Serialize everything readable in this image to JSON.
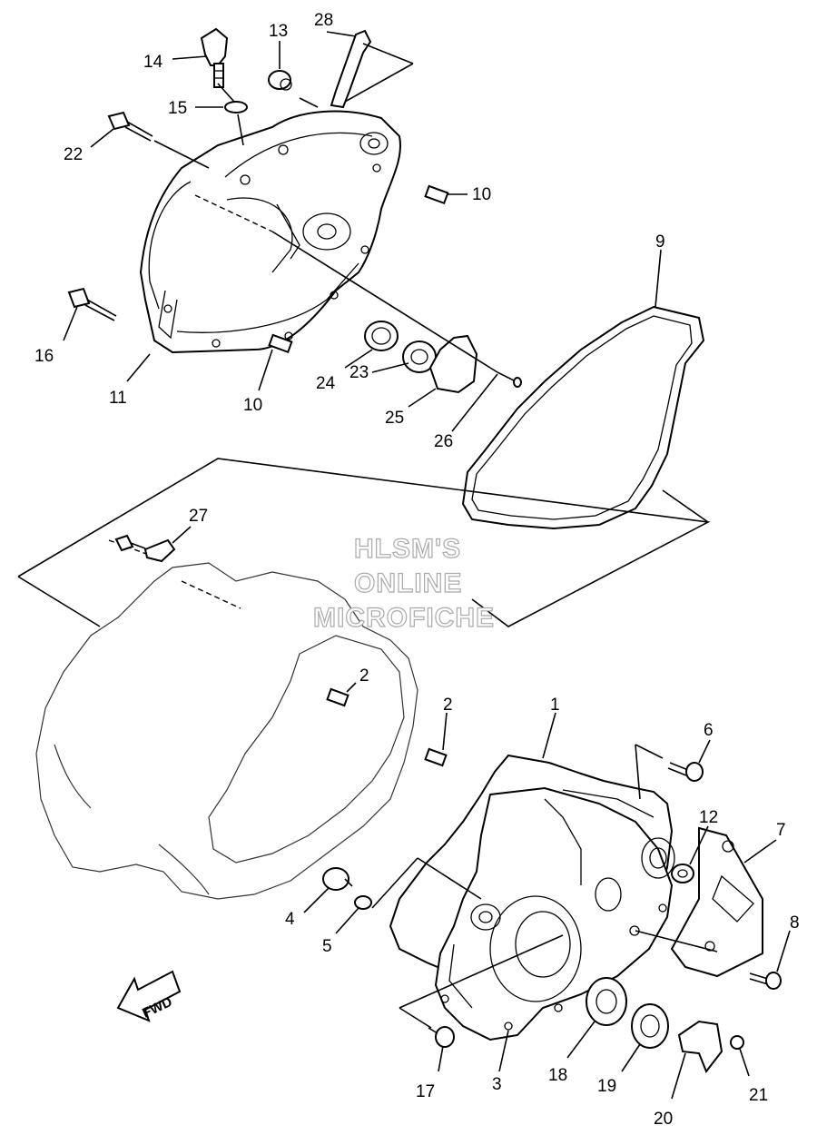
{
  "watermark": {
    "line1": "HLSM'S",
    "line2": "ONLINE",
    "line3": "MICROFICHE"
  },
  "direction_label": "FWD",
  "callouts": {
    "p1": "1",
    "p2a": "2",
    "p2b": "2",
    "p3": "3",
    "p4": "4",
    "p5": "5",
    "p6": "6",
    "p7": "7",
    "p8": "8",
    "p9": "9",
    "p10a": "10",
    "p10b": "10",
    "p11": "11",
    "p12": "12",
    "p13": "13",
    "p14": "14",
    "p15": "15",
    "p16": "16",
    "p17": "17",
    "p18": "18",
    "p19": "19",
    "p20": "20",
    "p21": "21",
    "p22": "22",
    "p23": "23",
    "p24": "24",
    "p25": "25",
    "p26": "26",
    "p27": "27",
    "p28": "28"
  }
}
